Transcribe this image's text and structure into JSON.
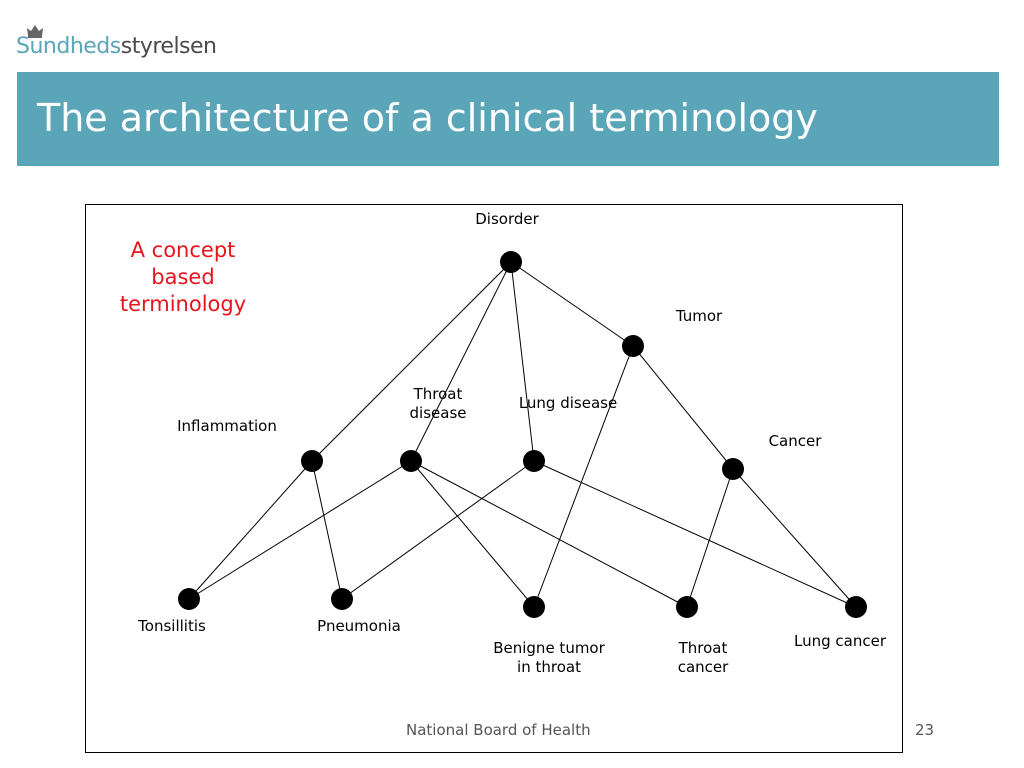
{
  "logo": {
    "part1": "Sundheds",
    "part2": "styrelsen"
  },
  "title": "The architecture of a clinical terminology",
  "annotation": [
    "A concept",
    "based",
    "terminology"
  ],
  "nodes": [
    {
      "id": "disorder",
      "label": [
        "Disorder"
      ]
    },
    {
      "id": "tumor",
      "label": [
        "Tumor"
      ]
    },
    {
      "id": "inflammation",
      "label": [
        "Inflammation"
      ]
    },
    {
      "id": "throat-disease",
      "label": [
        "Throat",
        "disease"
      ]
    },
    {
      "id": "lung-disease",
      "label": [
        "Lung disease"
      ]
    },
    {
      "id": "cancer",
      "label": [
        "Cancer"
      ]
    },
    {
      "id": "tonsillitis",
      "label": [
        "Tonsillitis"
      ]
    },
    {
      "id": "pneumonia",
      "label": [
        "Pneumonia"
      ]
    },
    {
      "id": "benign-tumor-throat",
      "label": [
        "Benigne tumor",
        "in throat"
      ]
    },
    {
      "id": "throat-cancer",
      "label": [
        "Throat",
        "cancer"
      ]
    },
    {
      "id": "lung-cancer",
      "label": [
        "Lung cancer"
      ]
    }
  ],
  "edges": [
    [
      "disorder",
      "inflammation"
    ],
    [
      "disorder",
      "throat-disease"
    ],
    [
      "disorder",
      "lung-disease"
    ],
    [
      "disorder",
      "tumor"
    ],
    [
      "tumor",
      "cancer"
    ],
    [
      "tumor",
      "benign-tumor-throat"
    ],
    [
      "inflammation",
      "tonsillitis"
    ],
    [
      "inflammation",
      "pneumonia"
    ],
    [
      "throat-disease",
      "tonsillitis"
    ],
    [
      "throat-disease",
      "benign-tumor-throat"
    ],
    [
      "throat-disease",
      "throat-cancer"
    ],
    [
      "lung-disease",
      "pneumonia"
    ],
    [
      "lung-disease",
      "lung-cancer"
    ],
    [
      "cancer",
      "throat-cancer"
    ],
    [
      "cancer",
      "lung-cancer"
    ]
  ],
  "footer": {
    "organization": "National Board of Health",
    "page": "23"
  },
  "colors": {
    "band": "#5aa5b8",
    "annotation": "#e8141c",
    "node": "#000000"
  }
}
